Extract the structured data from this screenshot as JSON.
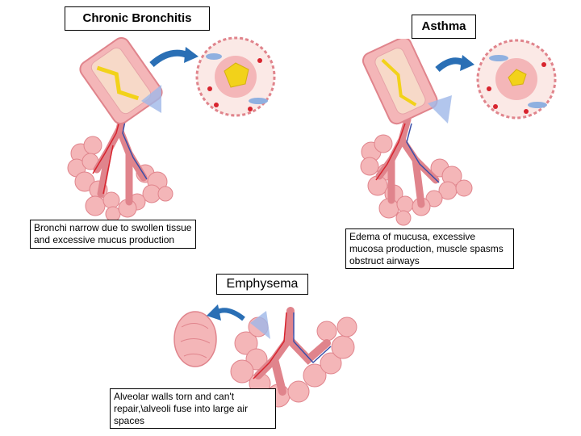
{
  "panels": {
    "chronic_bronchitis": {
      "title": "Chronic Bronchitis",
      "description": "Bronchi narrow due to swollen tissue and excessive mucus production"
    },
    "asthma": {
      "title": "Asthma",
      "description": "Edema of mucusa, excessive mucosa production, muscle spasms obstruct airways"
    },
    "emphysema": {
      "title": "Emphysema",
      "description": "Alveolar walls torn and can't repair,\\alveoli fuse into large air spaces"
    }
  },
  "colors": {
    "tissue": "#f4b6b8",
    "tissue_dark": "#e0848c",
    "artery": "#d8242e",
    "vein": "#3a4fa8",
    "arrow": "#2a6fb5",
    "mucus": "#f2d21a",
    "lumen": "#f7d9c8"
  }
}
